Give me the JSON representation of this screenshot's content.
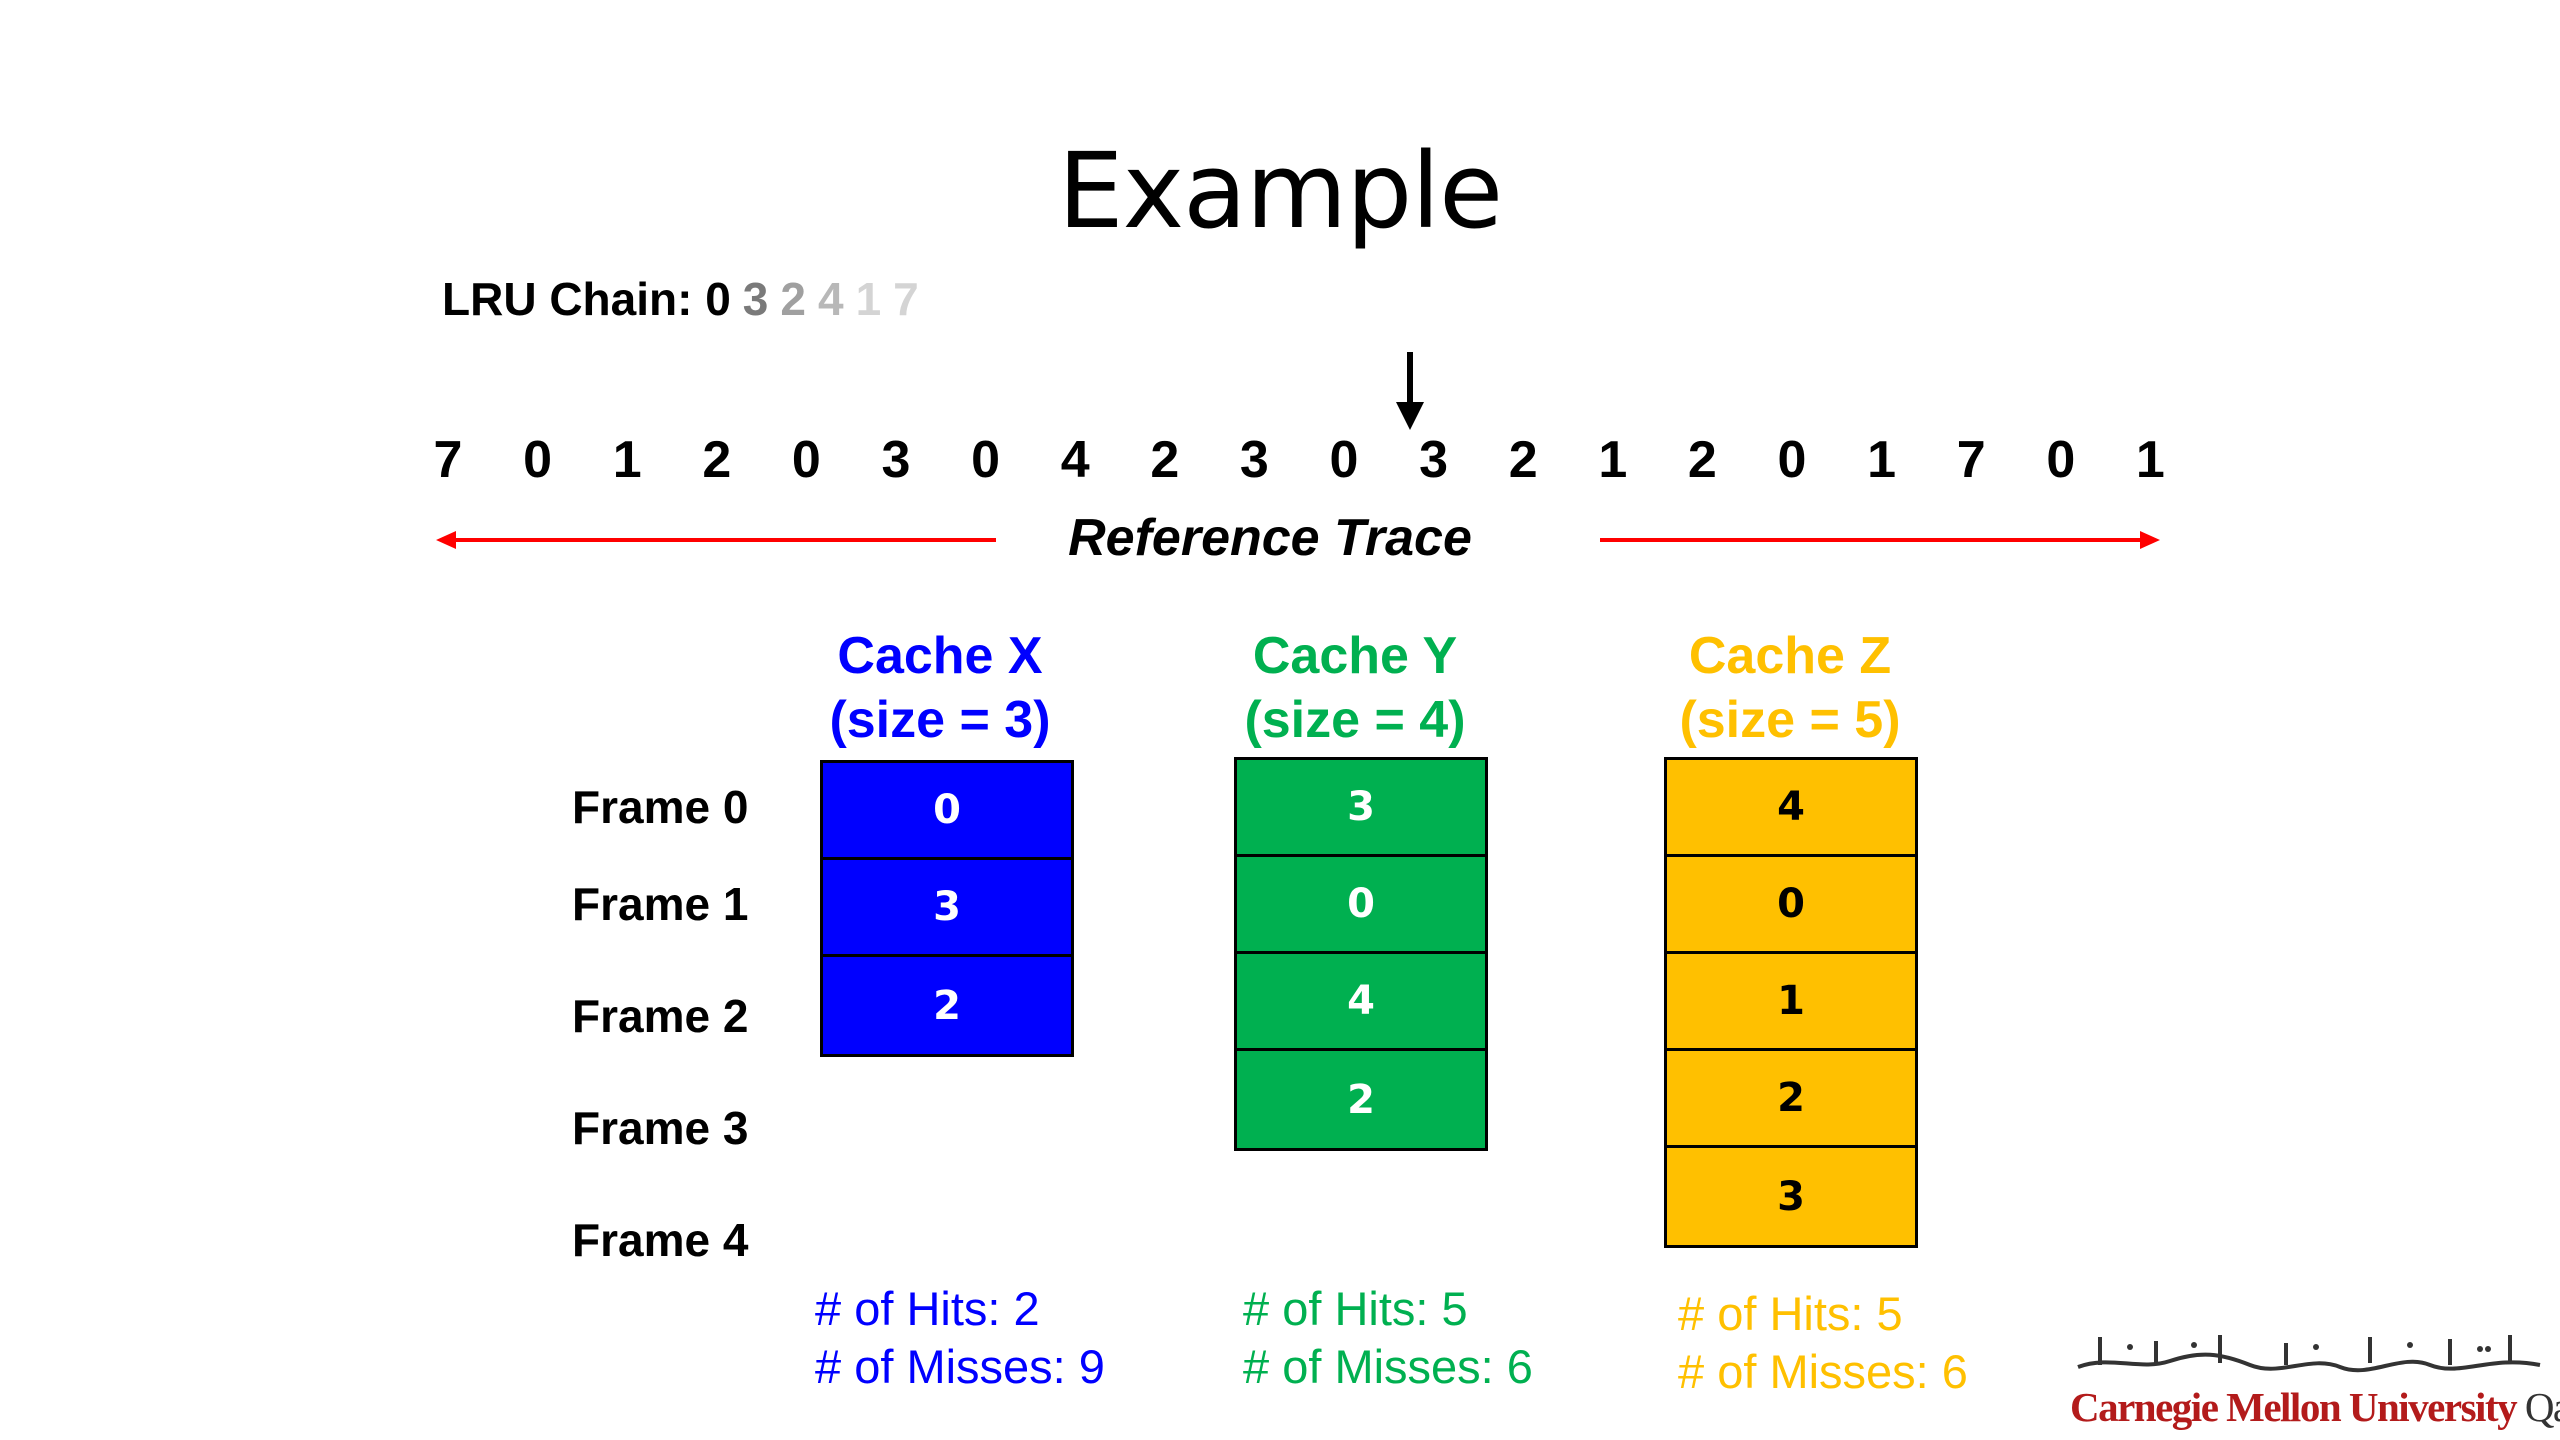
{
  "title": "Example",
  "lru_chain": {
    "label": "LRU Chain:",
    "items": [
      {
        "value": "0",
        "color": "#000000"
      },
      {
        "value": "3",
        "color": "#7a7a7a"
      },
      {
        "value": "2",
        "color": "#a0a0a0"
      },
      {
        "value": "4",
        "color": "#b8b8b8"
      },
      {
        "value": "1",
        "color": "#d4d4d4"
      },
      {
        "value": "7",
        "color": "#d4d4d4"
      }
    ]
  },
  "reference_trace": {
    "label": "Reference Trace",
    "values": [
      "7",
      "0",
      "1",
      "2",
      "0",
      "3",
      "0",
      "4",
      "2",
      "3",
      "0",
      "3",
      "2",
      "1",
      "2",
      "0",
      "1",
      "7",
      "0",
      "1"
    ],
    "current_index": 11,
    "arrow_color": "#ff0000"
  },
  "frame_labels": [
    "Frame 0",
    "Frame 1",
    "Frame 2",
    "Frame 3",
    "Frame 4"
  ],
  "caches": [
    {
      "title": "Cache X",
      "size_label": "(size = 3)",
      "color": "#0000ff",
      "text_color": "#0000ff",
      "cell_text_color": "#ffffff",
      "frames": [
        "0",
        "3",
        "2"
      ],
      "hits": "# of Hits: 2",
      "misses": "# of Misses: 9"
    },
    {
      "title": "Cache Y",
      "size_label": "(size = 4)",
      "color": "#00b050",
      "text_color": "#00b050",
      "cell_text_color": "#ffffff",
      "frames": [
        "3",
        "0",
        "4",
        "2"
      ],
      "hits": "# of Hits: 5",
      "misses": "# of Misses: 6"
    },
    {
      "title": "Cache Z",
      "size_label": "(size = 5)",
      "color": "#ffc000",
      "text_color": "#ffc000",
      "cell_text_color": "#000000",
      "frames": [
        "4",
        "0",
        "1",
        "2",
        "3"
      ],
      "hits": "# of Hits: 5",
      "misses": "# of Misses: 6"
    }
  ],
  "logo": {
    "name": "Carnegie Mellon University",
    "location": "Qatar"
  }
}
